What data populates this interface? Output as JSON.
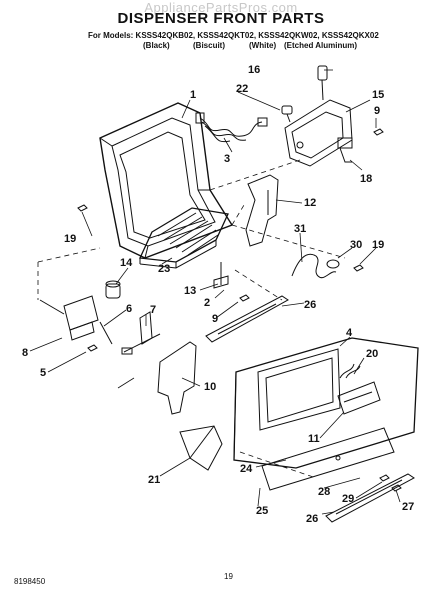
{
  "watermark": "AppliancePartsPros.com",
  "title": "DISPENSER FRONT PARTS",
  "models_line": "For Models: KSSS42QKB02, KSSS42QKT02, KSSS42QKW02, KSSS42QKX02",
  "colors": [
    "(Black)",
    "(Biscuit)",
    "(White)",
    "(Etched Aluminum)"
  ],
  "part_numbers": [
    "1",
    "2",
    "3",
    "4",
    "5",
    "6",
    "7",
    "8",
    "9",
    "9",
    "10",
    "11",
    "12",
    "13",
    "14",
    "15",
    "16",
    "18",
    "19",
    "19",
    "20",
    "21",
    "22",
    "23",
    "24",
    "25",
    "26",
    "26",
    "27",
    "28",
    "29",
    "30",
    "31"
  ],
  "footer": {
    "doc_number": "8198450",
    "page": "19"
  }
}
